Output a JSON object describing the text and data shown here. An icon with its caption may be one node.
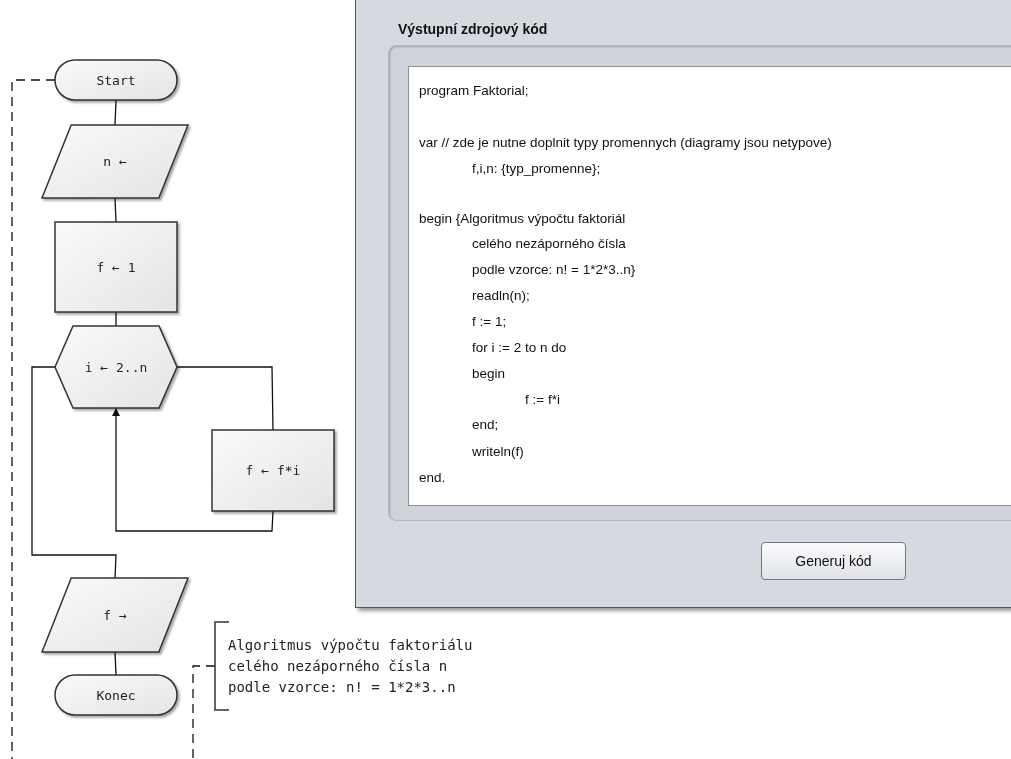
{
  "diagram": {
    "nodes": [
      {
        "text": [
          "Start"
        ]
      },
      {
        "text": [
          "n ←"
        ]
      },
      {
        "text": [
          "f ← 1"
        ]
      },
      {
        "text": [
          "i ← 2..n"
        ]
      },
      {
        "text": [
          "f ← f*i"
        ]
      },
      {
        "text": [
          "f →"
        ]
      },
      {
        "text": [
          "Konec"
        ]
      },
      {
        "text": [
          "Algoritmus výpočtu faktoriálu celého nezáporného čísla n podle vzorce: n! = 1*2*3..n"
        ]
      },
      {
        "text": [
          "Výstupní zdrojový kód"
        ]
      }
    ],
    "edges": [
      {
        "from": 0,
        "to": 1,
        "arrow": "none"
      },
      {
        "from": 1,
        "to": 2,
        "arrow": "none"
      },
      {
        "from": 2,
        "to": 3,
        "arrow": "none"
      },
      {
        "from": 3,
        "to": 4,
        "arrow": "none"
      },
      {
        "from": 4,
        "to": 3,
        "arrow": "to"
      },
      {
        "from": 3,
        "to": 5,
        "arrow": "none"
      },
      {
        "from": 5,
        "to": 6,
        "arrow": "none"
      },
      {
        "from": 0,
        "to": null,
        "arrow": "none",
        "style": "dashed"
      },
      {
        "from": 7,
        "to": null,
        "arrow": "none",
        "style": "dashed"
      }
    ],
    "labels": [
      "program Faktorial;",
      "var // zde je nutne doplnit typy promennych (diagramy jsou netypove)",
      "f,i,n: {typ_promenne};",
      "begin {Algoritmus výpočtu faktoriál",
      "celého nezáporného čísla",
      "podle vzorce: n! = 1*2*3..n}",
      "readln(n);",
      "f := 1;",
      "for i := 2 to n do",
      "begin",
      "f := f*i",
      "end;",
      "writeln(f)",
      "end.",
      "Generuj kód"
    ]
  }
}
